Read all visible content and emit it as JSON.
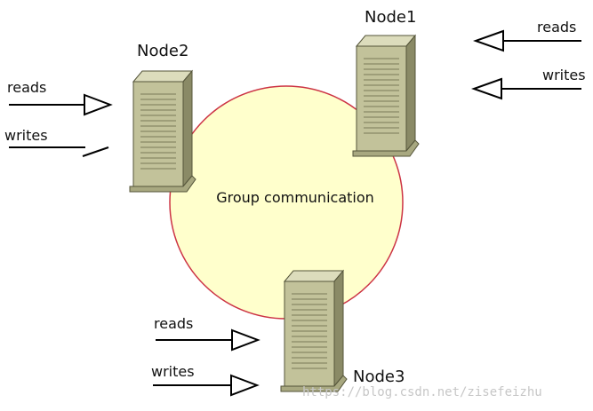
{
  "diagram": {
    "center_label": "Group communication",
    "nodes": [
      {
        "name": "Node1",
        "reads_label": "reads",
        "writes_label": "writes"
      },
      {
        "name": "Node2",
        "reads_label": "reads",
        "writes_label": "writes"
      },
      {
        "name": "Node3",
        "reads_label": "reads",
        "writes_label": "writes"
      }
    ],
    "watermark": "https://blog.csdn.net/zisefeizhu"
  },
  "colors": {
    "circle_fill": "#ffffcc",
    "circle_stroke": "#cc3344",
    "server_front": "#c2c29a",
    "server_side": "#8a8a66",
    "server_top": "#dcdcbc"
  }
}
